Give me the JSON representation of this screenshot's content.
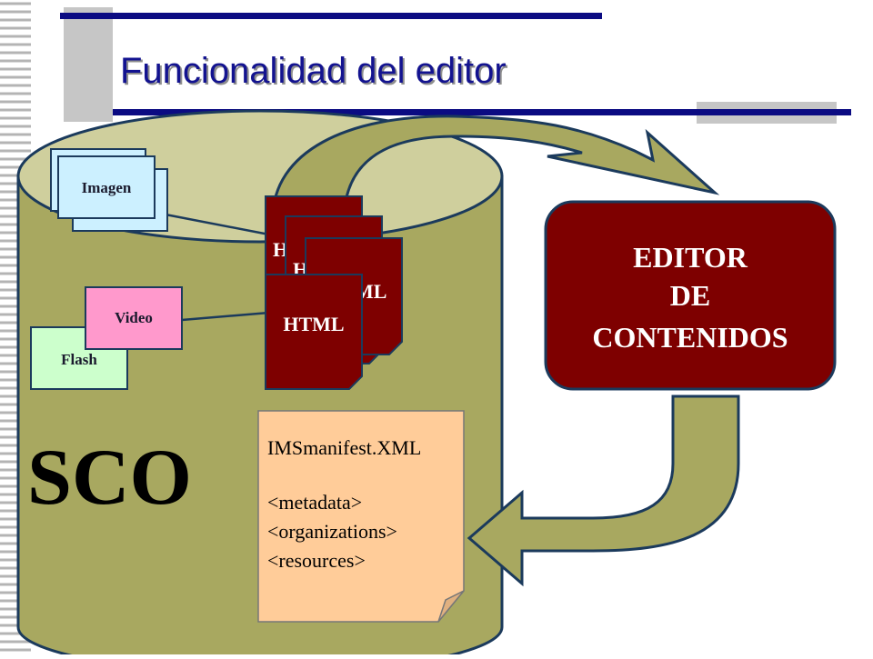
{
  "slide": {
    "title": "Funcionalidad del editor"
  },
  "sco": {
    "label": "SCO",
    "cylinder_color": "#a8a860",
    "top_color": "#cfcf9d"
  },
  "assets": {
    "imagen": "Imagen",
    "video": "Video",
    "flash": "Flash"
  },
  "pages": {
    "label": "HTML",
    "fragment_1": "H",
    "fragment_2": "H",
    "fragment_3": "ML",
    "color": "#7e0000"
  },
  "manifest": {
    "title": "IMSmanifest.XML",
    "metadata": "<metadata>",
    "organizations": "<organizations>",
    "resources": "<resources>",
    "color": "#ffcc99"
  },
  "editor": {
    "line1": "EDITOR",
    "line2": "DE",
    "line3": "CONTENIDOS",
    "color": "#7e0000"
  },
  "colors": {
    "accent_navy": "#0b0b82",
    "imagen_fill": "#ccf0ff",
    "video_fill": "#ff99cc",
    "flash_fill": "#ccffcc"
  }
}
